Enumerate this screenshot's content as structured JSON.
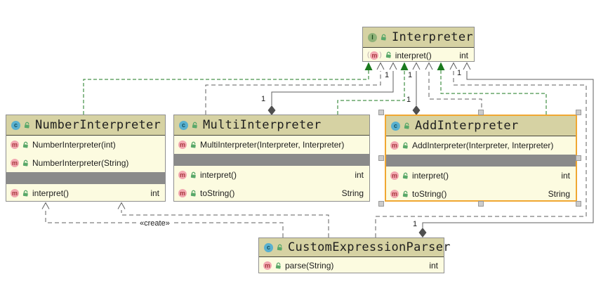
{
  "diagram_title": "Interpreter pattern class diagram",
  "icons": {
    "interface_letter": "I",
    "class_letter": "c",
    "method_letter": "m"
  },
  "colors": {
    "header_fill": "#D6D2A3",
    "body_fill": "#FCFBE0",
    "separator": "#8A8A8A",
    "selection_border": "#F0A732",
    "realization_green": "#1B7A1F",
    "edge_gray": "#5F5F5F"
  },
  "classes": {
    "interpreter": {
      "kind": "interface",
      "name": "Interpreter",
      "m1": {
        "label": "interpret()",
        "type": "int"
      }
    },
    "number": {
      "kind": "class",
      "name": "NumberInterpreter",
      "ctor1": {
        "label": "NumberInterpreter(int)"
      },
      "ctor2": {
        "label": "NumberInterpreter(String)"
      },
      "m1": {
        "label": "interpret()",
        "type": "int"
      }
    },
    "multi": {
      "kind": "class",
      "name": "MultiInterpreter",
      "ctor1": {
        "label": "MultiInterpreter(Interpreter, Interpreter)"
      },
      "m1": {
        "label": "interpret()",
        "type": "int"
      },
      "m2": {
        "label": "toString()",
        "type": "String"
      }
    },
    "add": {
      "kind": "class",
      "name": "AddInterpreter",
      "selected": true,
      "ctor1": {
        "label": "AddInterpreter(Interpreter, Interpreter)"
      },
      "m1": {
        "label": "interpret()",
        "type": "int"
      },
      "m2": {
        "label": "toString()",
        "type": "String"
      }
    },
    "cep": {
      "kind": "class",
      "name": "CustomExpressionParser",
      "m1": {
        "label": "parse(String)",
        "type": "int"
      }
    }
  },
  "labels": {
    "mult1": "1",
    "create": "«create»"
  },
  "relationships": [
    {
      "from": "NumberInterpreter",
      "to": "Interpreter",
      "type": "realization"
    },
    {
      "from": "MultiInterpreter",
      "to": "Interpreter",
      "type": "realization"
    },
    {
      "from": "AddInterpreter",
      "to": "Interpreter",
      "type": "realization"
    },
    {
      "from": "MultiInterpreter",
      "to": "Interpreter",
      "type": "dependency"
    },
    {
      "from": "AddInterpreter",
      "to": "Interpreter",
      "type": "dependency"
    },
    {
      "from": "CustomExpressionParser",
      "to": "Interpreter",
      "type": "dependency"
    },
    {
      "from": "MultiInterpreter",
      "to": "Interpreter",
      "type": "aggregation",
      "multiplicity": "1"
    },
    {
      "from": "AddInterpreter",
      "to": "Interpreter",
      "type": "aggregation",
      "multiplicity": "1"
    },
    {
      "from": "CustomExpressionParser",
      "to": "Interpreter",
      "type": "aggregation",
      "multiplicity": "1"
    },
    {
      "from": "CustomExpressionParser",
      "to": "NumberInterpreter",
      "type": "dependency",
      "stereotype": "«create»"
    },
    {
      "from": "CustomExpressionParser",
      "to": "NumberInterpreter",
      "type": "dependency"
    }
  ]
}
